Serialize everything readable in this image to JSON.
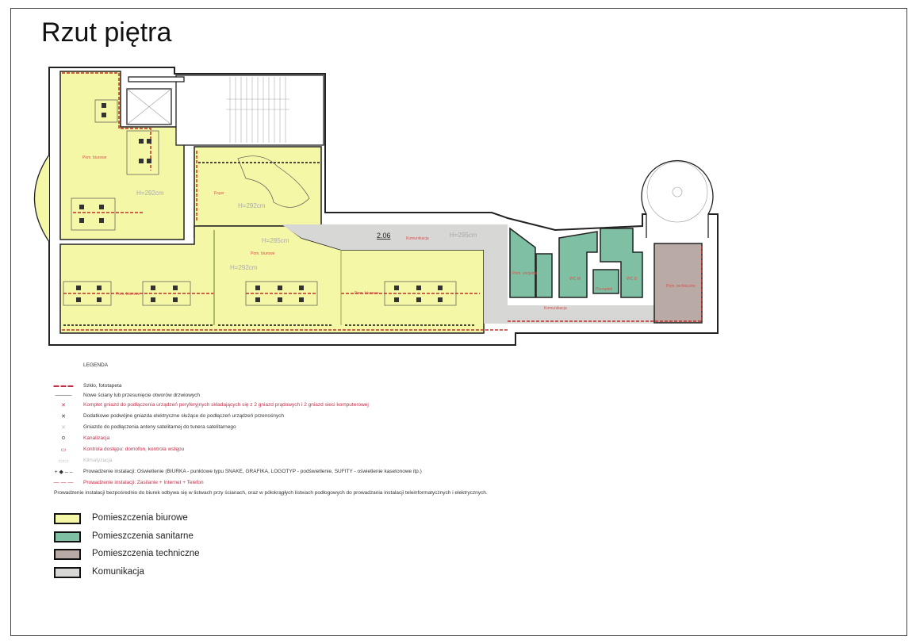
{
  "title": "Rzut piętra",
  "plan": {
    "room_number": "2.06",
    "rooms": {
      "office_top_left": "Pom. biurowe",
      "foyer": "Foyer",
      "office_center": "Pom. biurowe",
      "office_bottom_left": "Pom. biurowe",
      "office_right": "Pom. biurowe",
      "corridor_top": "Komunikacja",
      "corridor_bottom": "Komunikacja",
      "social": "Pom. socjalne",
      "wc_m": "WC M",
      "wc_d": "WC D",
      "cleaning": "Porządek",
      "technical": "Pom. techniczne"
    },
    "heights": {
      "h1": "H=292cm",
      "h2": "H=292cm",
      "h3": "H=285cm",
      "h4": "H=292cm",
      "h5": "H=295cm"
    }
  },
  "legend": {
    "header": "LEGENDA",
    "items": [
      {
        "symbol": "▬ ▬ ▬",
        "text": "Szkło, fototapeta",
        "tone": "normal"
      },
      {
        "symbol": "———",
        "text": "Nowe ściany lub przesunięcie otworów drzwiowych",
        "tone": "normal"
      },
      {
        "symbol": "✕",
        "text": "Komplet gniazd do podłączenia urządzeń peryferyjnych składających się z 2 gniazd prądowych i 2 gniazd sieci komputerowej",
        "tone": "red"
      },
      {
        "symbol": "✕",
        "text": "Dodatkowe podwójne gniazda elektryczne służące do podłączeń urządzeń przenośnych",
        "tone": "normal"
      },
      {
        "symbol": "✕",
        "text": "Gniazdo do podłączenia anteny satelitarnej do tunera satelitarnego",
        "tone": "grey"
      },
      {
        "symbol": "o",
        "text": "Kanalizacja",
        "tone": "red"
      },
      {
        "symbol": "▭",
        "text": "Kontrola dostępu: domofon, kontrola wstępu",
        "tone": "red"
      },
      {
        "symbol": "▭▭",
        "text": "Klimatyzacja",
        "tone": "grey"
      },
      {
        "symbol": "+ ◆ – –",
        "text": "Prowadzenie instalacji: Oświetlenie (BIURKA - punktowe typu SNAKE, GRAFIKA, LOGOTYP - podświetlenie, SUFITY - oświetlenie kasetonowe itp.)",
        "tone": "normal"
      },
      {
        "symbol": "— — —",
        "text": "Prowadzenie instalacji: Zasilanie + Internet + Telefon",
        "tone": "red"
      }
    ],
    "note": "Prowadzenie instalacji bezpośrednio do biurek odbywa się w listwach przy ścianach, oraz w półokrągłych listwach podłogowych do prowadzania instalacji teleinformatycznych i elektrycznych.",
    "areas": [
      {
        "label": "Pomieszczenia biurowe",
        "color": "#f4f7a6"
      },
      {
        "label": "Pomieszczenia sanitarne",
        "color": "#7fbfa3"
      },
      {
        "label": "Pomieszczenia techniczne",
        "color": "#b9aaa6"
      },
      {
        "label": "Komunikacja",
        "color": "#d7d7d5"
      }
    ]
  }
}
